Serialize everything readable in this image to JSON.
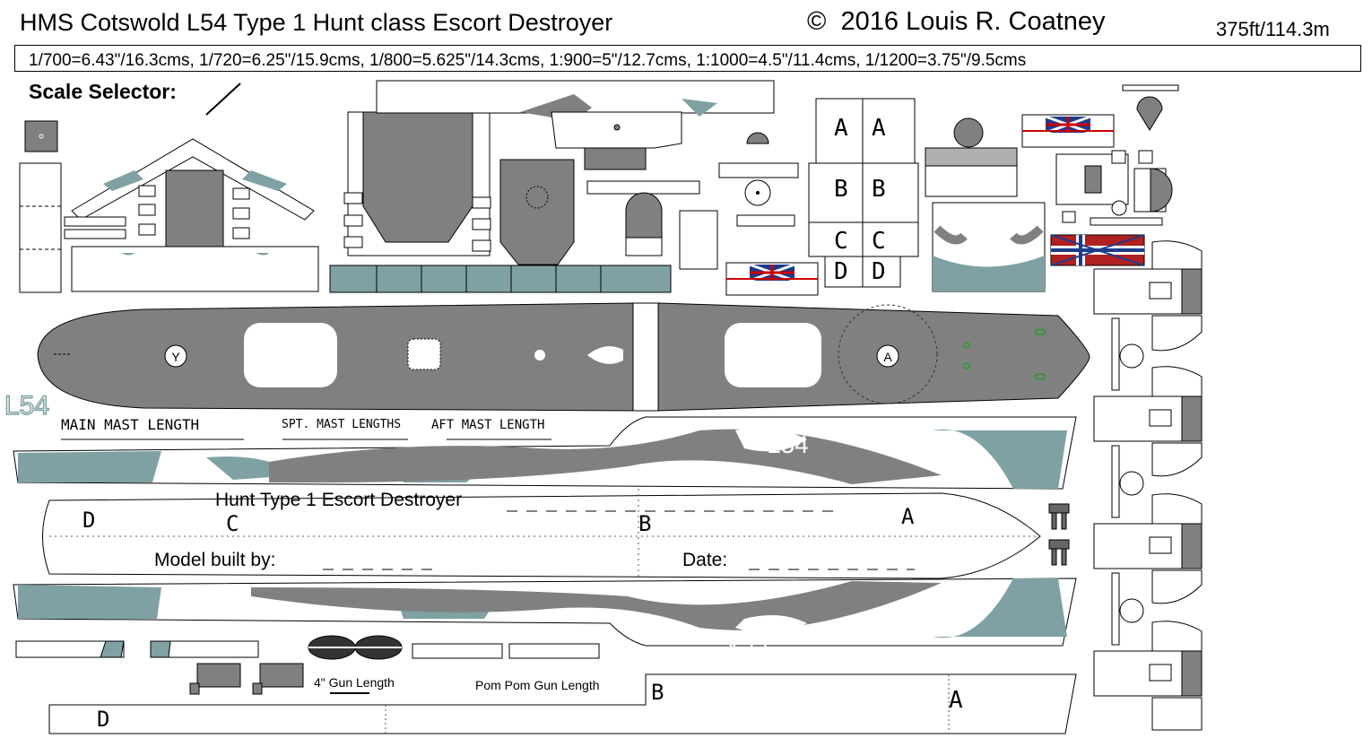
{
  "header": {
    "title": "HMS Cotswold L54 Type 1 Hunt class Escort Destroyer",
    "copyright_symbol": "©",
    "copyright": "2016  Louis R. Coatney",
    "length": "375ft/114.3m"
  },
  "scales": {
    "line": "1/700=6.43\"/16.3cms, 1/720=6.25\"/15.9cms, 1/800=5.625\"/14.3cms, 1:900=5\"/12.7cms, 1:1000=4.5\"/11.4cms, 1/1200=3.75\"/9.5cms",
    "selector_label": "Scale Selector:"
  },
  "deck": {
    "turret_y": "Y",
    "turret_a": "A",
    "pennant_side": "L54"
  },
  "masts": {
    "main": "MAIN MAST LENGTH",
    "spt": "SPT. MAST LENGTHS",
    "aft": "AFT MAST LENGTH"
  },
  "hull_side_top": {
    "pennant": "L54"
  },
  "hull_side_bottom": {
    "pennant": "L54"
  },
  "keel": {
    "caption": "Hunt Type 1 Escort Destroyer",
    "built_by": "Model built by:",
    "date": "Date:",
    "mark_d": "D",
    "mark_c": "C",
    "mark_b": "B",
    "mark_a": "A"
  },
  "bottom_strip": {
    "gun_4in": "4\" Gun Length",
    "pompom": "Pom Pom Gun Length",
    "mark_d": "D",
    "mark_b": "B",
    "mark_a": "A"
  },
  "superstructure_marks": {
    "a1": "A",
    "a2": "A",
    "b1": "B",
    "b2": "B",
    "c1": "C",
    "c2": "C",
    "d1": "D",
    "d2": "D"
  },
  "colors": {
    "grey": "#808080",
    "camo_blue": "#7fa1a3",
    "line": "#000000"
  }
}
